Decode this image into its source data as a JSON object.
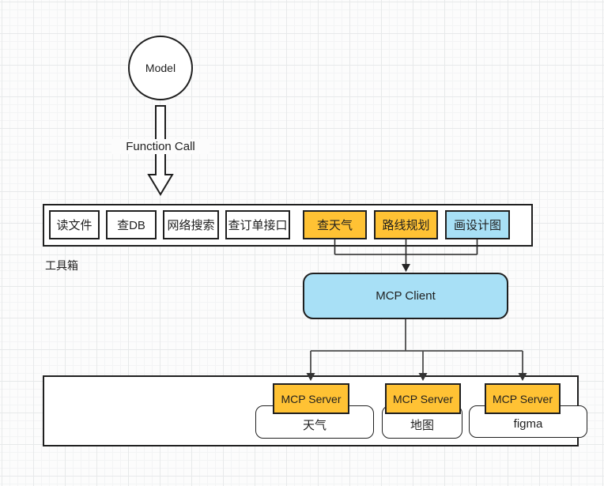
{
  "diagram": {
    "model": {
      "label": "Model"
    },
    "function_call": {
      "label": "Function Call"
    },
    "toolbox": {
      "caption": "工具箱",
      "tools": [
        {
          "label": "读文件",
          "kind": "plain"
        },
        {
          "label": "查DB",
          "kind": "plain"
        },
        {
          "label": "网络搜索",
          "kind": "plain"
        },
        {
          "label": "查订单接口",
          "kind": "plain"
        },
        {
          "label": "查天气",
          "kind": "orange"
        },
        {
          "label": "路线规划",
          "kind": "orange"
        },
        {
          "label": "画设计图",
          "kind": "blue"
        }
      ]
    },
    "mcp_client": {
      "label": "MCP Client"
    },
    "servers": [
      {
        "label": "MCP Server",
        "service": "天气"
      },
      {
        "label": "MCP Server",
        "service": "地图"
      },
      {
        "label": "MCP Server",
        "service": "figma"
      }
    ],
    "colors": {
      "tool_orange": "#FFC234",
      "mcp_blue": "#A8E0F6",
      "line": "#262626"
    }
  }
}
